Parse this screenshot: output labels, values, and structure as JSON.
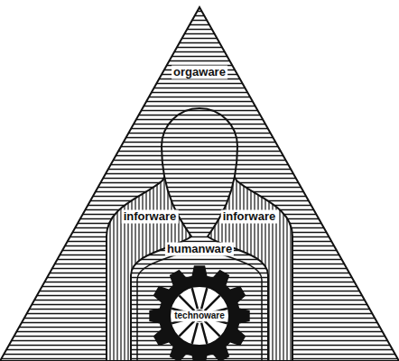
{
  "diagram": {
    "nodes": [
      {
        "text": [
          "orgaware"
        ]
      },
      {
        "text": [
          "inforware",
          "inforware"
        ],
        "in": 0
      },
      {
        "text": [
          "humanware"
        ],
        "in": 1
      },
      {
        "text": [
          "technoware"
        ],
        "in": 2
      }
    ]
  }
}
